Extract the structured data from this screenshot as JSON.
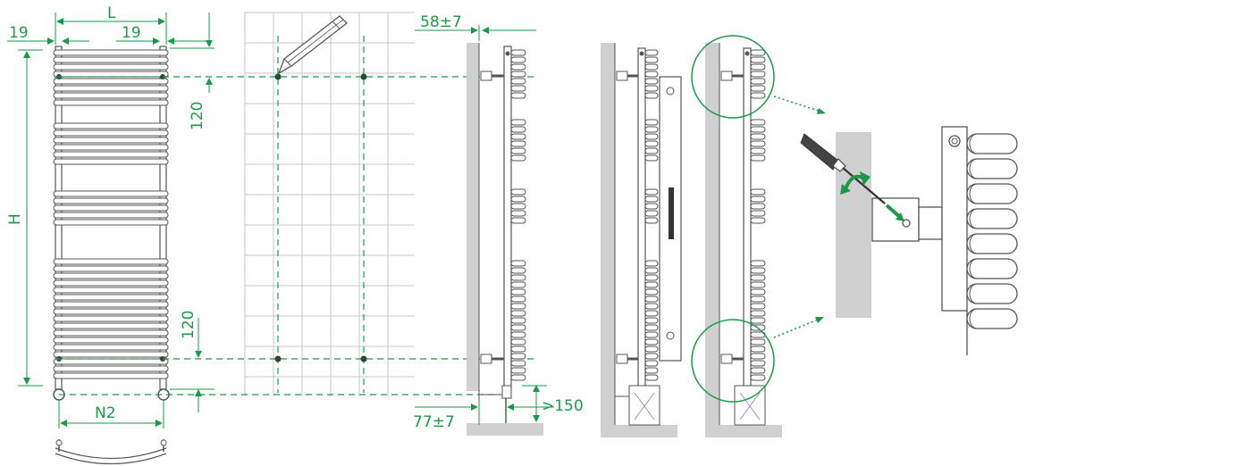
{
  "dimensions": {
    "width_label": "L",
    "side_offset_left": "19",
    "side_offset_right": "19",
    "height_label": "H",
    "top_offset": "120",
    "bottom_offset": "120",
    "pipe_spacing_label": "N2",
    "wall_distance_top": "58±7",
    "wall_distance_bottom": "77±7",
    "floor_clearance": ">150"
  },
  "colors": {
    "dimension": "#1a9a48",
    "line": "#555555",
    "wall": "#d0d0d0",
    "grid": "#c7c7c7"
  },
  "icons": [
    "pencil-icon",
    "screwdriver-icon",
    "rotate-arrow-icon"
  ]
}
